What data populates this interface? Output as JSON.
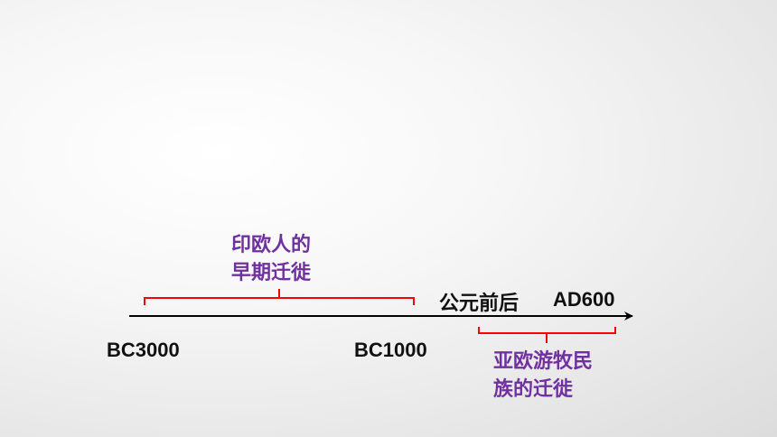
{
  "timeline": {
    "labels": {
      "bc3000": "BC3000",
      "bc1000": "BC1000",
      "common_era": "公元前后",
      "ad600": "AD600"
    },
    "periods": [
      {
        "line1": "印欧人的",
        "line2": "早期迁徙"
      },
      {
        "line1": "亚欧游牧民",
        "line2": "族的迁徙"
      }
    ],
    "colors": {
      "axis": "#000000",
      "bracket": "#ff0000",
      "period_text": "#7030a0",
      "year_text": "#111111"
    }
  }
}
